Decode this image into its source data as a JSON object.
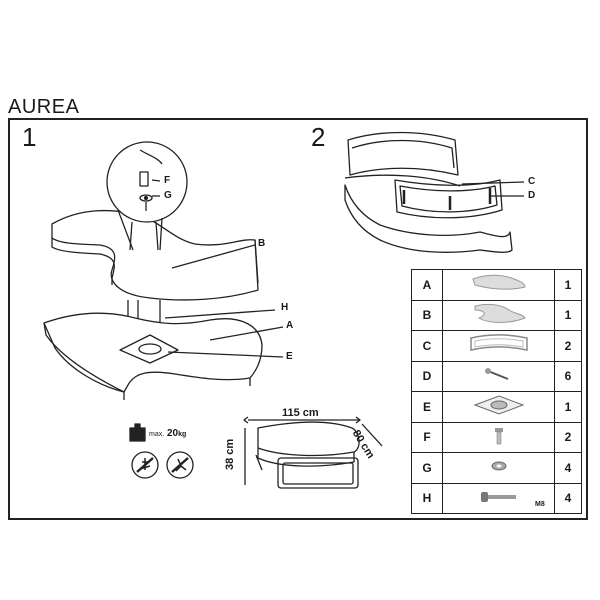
{
  "title": "AUREA",
  "steps": [
    "1",
    "2"
  ],
  "step1_labels": {
    "B": "B",
    "H": "H",
    "A": "A",
    "E": "E",
    "F": "F",
    "G": "G"
  },
  "step2_labels": {
    "C": "C",
    "D": "D"
  },
  "max_load": {
    "prefix": "max.",
    "value": "20",
    "unit": "kg"
  },
  "dimensions": {
    "width": "115 cm",
    "depth": "80 cm",
    "height": "38 cm"
  },
  "parts": [
    {
      "key": "A",
      "qty": "1",
      "icon": "top-board-icon"
    },
    {
      "key": "B",
      "qty": "1",
      "icon": "upper-board-icon"
    },
    {
      "key": "C",
      "qty": "2",
      "icon": "frame-icon"
    },
    {
      "key": "D",
      "qty": "6",
      "icon": "screw-icon"
    },
    {
      "key": "E",
      "qty": "1",
      "icon": "swivel-plate-icon"
    },
    {
      "key": "F",
      "qty": "2",
      "icon": "bolt-icon"
    },
    {
      "key": "G",
      "qty": "4",
      "icon": "washer-icon"
    },
    {
      "key": "H",
      "qty": "4",
      "icon": "m8-bolt-icon",
      "note": "M8"
    }
  ]
}
